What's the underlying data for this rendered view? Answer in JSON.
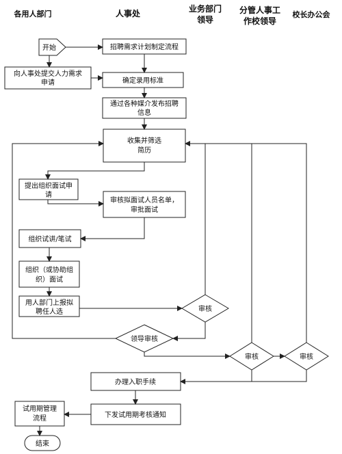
{
  "headers": {
    "col1": "各用人部门",
    "col2": "人事处",
    "col3_l1": "业务部门",
    "col3_l2": "领导",
    "col4_l1": "分管人事工",
    "col4_l2": "作校领导",
    "col5": "校长办公会"
  },
  "nodes": {
    "start": "开始",
    "submit_l1": "向人事处提交人力需求",
    "submit_l2": "申请",
    "plan": "招聘需求计划制定流程",
    "standard": "确定录用标准",
    "publish_l1": "通过各种媒介发布招聘",
    "publish_l2": "信息",
    "collect_l1": "收集并筛选",
    "collect_l2": "简历",
    "propose_l1": "提出组织面试申",
    "propose_l2": "请",
    "review_list_l1": "审核拟面试人员名单，",
    "review_list_l2": "审批面试",
    "exam": "组织试讲/笔试",
    "interview_l1": "组织（或协助组",
    "interview_l2": "织）面试",
    "report_l1": "用人部门上报拟",
    "report_l2": "聘任人选",
    "review_dept": "审核",
    "leader_review": "领导审核",
    "review_vp": "审核",
    "review_president": "审核",
    "onboard": "办理入职手续",
    "probation_notice": "下发试用期考核通知",
    "probation_l1": "试用期管理",
    "probation_l2": "流程",
    "end": "结束"
  }
}
